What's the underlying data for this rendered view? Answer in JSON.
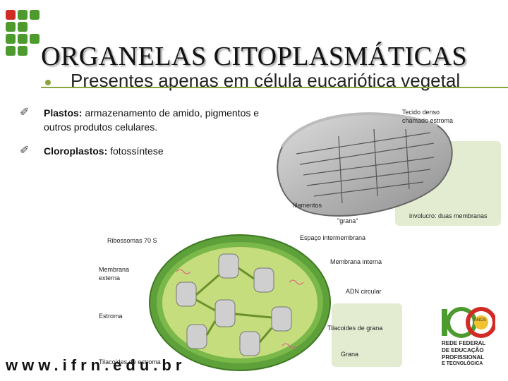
{
  "slide": {
    "title": "ORGANELAS CITOPLASMÁTICAS",
    "subtitle": "Presentes apenas em célula eucariótica vegetal",
    "bullets": [
      {
        "bold": "Plastos:",
        "text": " armazenamento de amido, pigmentos e outros produtos celulares."
      },
      {
        "bold": "Cloroplastos:",
        "text": " fotossíntese"
      }
    ],
    "bullet_glyph": "✐"
  },
  "micrograph_labels": {
    "l1": "Tecido denso",
    "l2": "chamado estroma",
    "l3": "filamentos",
    "l4": "\"grana\"",
    "l5": "involucro: duas membranas"
  },
  "diagram_labels": {
    "ribossomas": "Ribossomas 70 S",
    "espaco": "Espaço intermembrana",
    "mem_externa_1": "Membrana",
    "mem_externa_2": "externa",
    "mem_interna": "Membrana interna",
    "adn": "ADN circular",
    "estroma": "Estroma",
    "tilacoides_grana": "Tilacoides de grana",
    "tilacoides_estroma": "Tilacoides de estroma",
    "grana": "Grana"
  },
  "footer": {
    "url": "www.ifrn.edu.br"
  },
  "federal_logo": {
    "lines": [
      "REDE FEDERAL",
      "DE EDUCAÇÃO",
      "PROFISSIONAL",
      "E TECNOLÓGICA"
    ],
    "anos": "ANOS"
  },
  "colors": {
    "accent_green": "#8aa53b",
    "logo_green": "#4d9a2e",
    "logo_red": "#d12b26",
    "chloroplast_outer": "#5ea03a",
    "chloroplast_inner": "#c5dd7c"
  }
}
